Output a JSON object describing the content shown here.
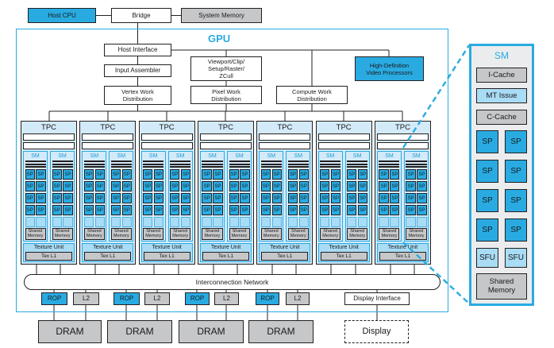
{
  "top": {
    "host_cpu": "Host CPU",
    "bridge": "Bridge",
    "system_memory": "System Memory"
  },
  "gpu": {
    "label": "GPU",
    "host_interface": "Host Interface",
    "input_assembler": "Input Assembler",
    "viewport": "Viewport/Clip/\nSetup/Raster/\nZCull",
    "vertex_wd": "Vertex Work\nDistribution",
    "pixel_wd": "Pixel Work\nDistribution",
    "compute_wd": "Compute Work\nDistribution",
    "hd_video": "High-Definition\nVideo Processors",
    "interconnect": "Interconnection Network",
    "display_interface": "Display Interface"
  },
  "tpc": {
    "label": "TPC",
    "count": 7,
    "sm_label": "SM",
    "sp_label": "SP",
    "shared_memory": "Shared\nMemory",
    "texture_unit": "Texture Unit",
    "tex_l1": "Tex L1"
  },
  "bottom": {
    "rop": "ROP",
    "l2": "L2",
    "dram": "DRAM",
    "display": "Display"
  },
  "sm_panel": {
    "title": "SM",
    "icache": "I-Cache",
    "mt_issue": "MT Issue",
    "ccache": "C-Cache",
    "sp": "SP",
    "sfu": "SFU",
    "shared_memory": "Shared\nMemory"
  },
  "colors": {
    "accent_cyan": "#29abe2",
    "light_cyan": "#a9dcf5",
    "pale_cyan": "#d3eaf9",
    "gray": "#c6c7c9",
    "line": "#231f20"
  }
}
